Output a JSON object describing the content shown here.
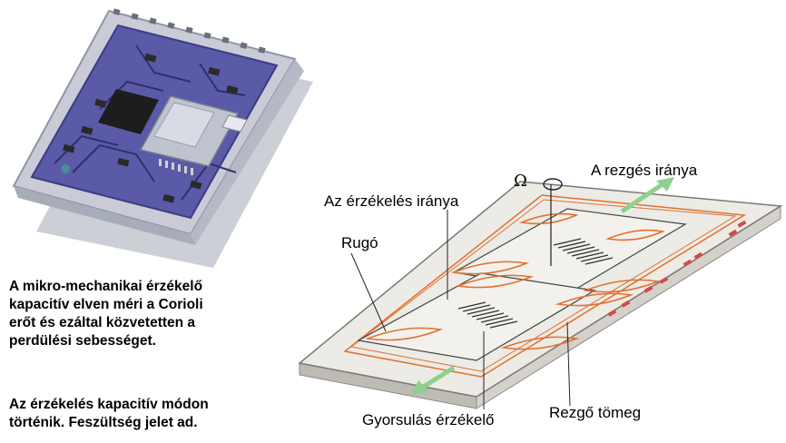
{
  "descriptions": {
    "line1": "A mikro-mechanikai érzékelő",
    "line2": "kapacitív elven méri a Corioli",
    "line3": "erőt és ezáltal közvetetten a",
    "line4": "perdülési sebességet.",
    "line5": "Az érzékelés kapacitív módon",
    "line6": "történik. Feszültség jelet ad."
  },
  "labels": {
    "omega": "Ω",
    "vibration_direction": "A rezgés iránya",
    "sensing_direction": "Az érzékelés iránya",
    "spring": "Rugó",
    "acceleration_sensor": "Gyorsulás érzékelő",
    "vibrating_mass": "Rezgő tömeg"
  },
  "colors": {
    "board": "#5a5aa8",
    "board_dark": "#3c3c80",
    "package": "#c9ccd6",
    "trace": "#e07030",
    "arrow": "#8fd08f",
    "substrate": "#ecebe6"
  }
}
